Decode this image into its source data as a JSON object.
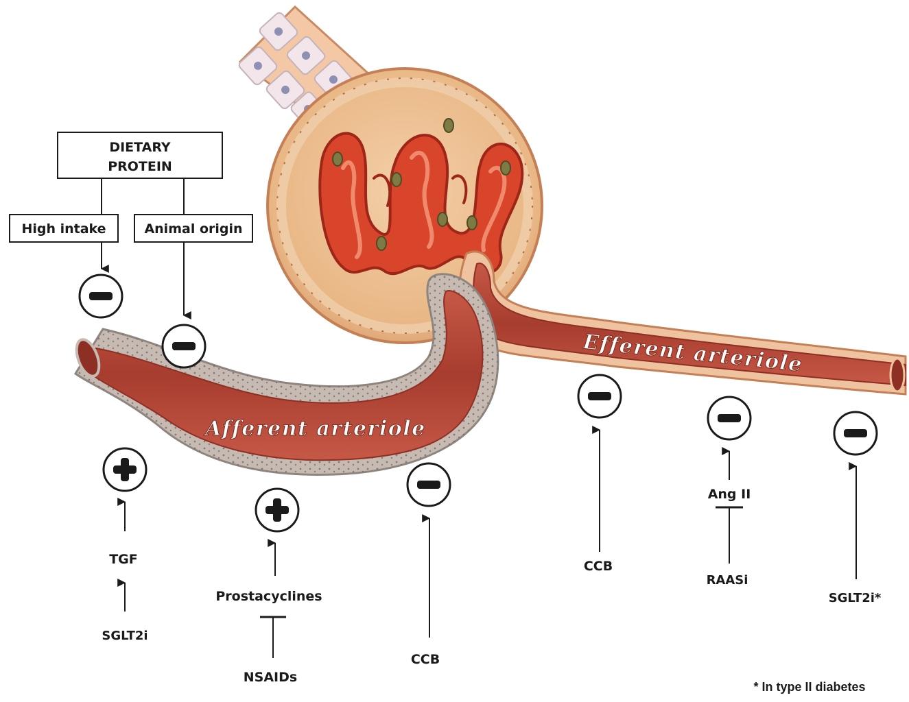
{
  "diagram": {
    "dietary_box": {
      "line1": "DIETARY",
      "line2": "PROTEIN"
    },
    "high_intake": "High intake",
    "animal_origin": "Animal origin",
    "afferent_label": "Afferent arteriole",
    "efferent_label": "Efferent arteriole",
    "effects": {
      "minus_symbol": "−",
      "plus_symbol": "+"
    },
    "tgf": "TGF",
    "sglt2i_left": "SGLT2i",
    "prostacyclines": "Prostacyclines",
    "nsaids": "NSAIDs",
    "ccb_afferent": "CCB",
    "ccb_efferent": "CCB",
    "ang_ii": "Ang II",
    "raasi": "RAASi",
    "sglt2i_right": "SGLT2i*",
    "footnote": "* In type II diabetes"
  },
  "colors": {
    "vessel_outer": "#f3c9a8",
    "vessel_wall": "#e6a37f",
    "vessel_lumen": "#b84a3a",
    "vessel_dark": "#8e2f24",
    "smooth_muscle": "#b9b1aa",
    "capsule": "#f1c59c",
    "capsule_inner": "#e9b78b",
    "glomerulus": "#d9452b",
    "glomerulus_dark": "#9d2618",
    "cells": "#efe3e6",
    "ink": "#1a1a1a"
  }
}
